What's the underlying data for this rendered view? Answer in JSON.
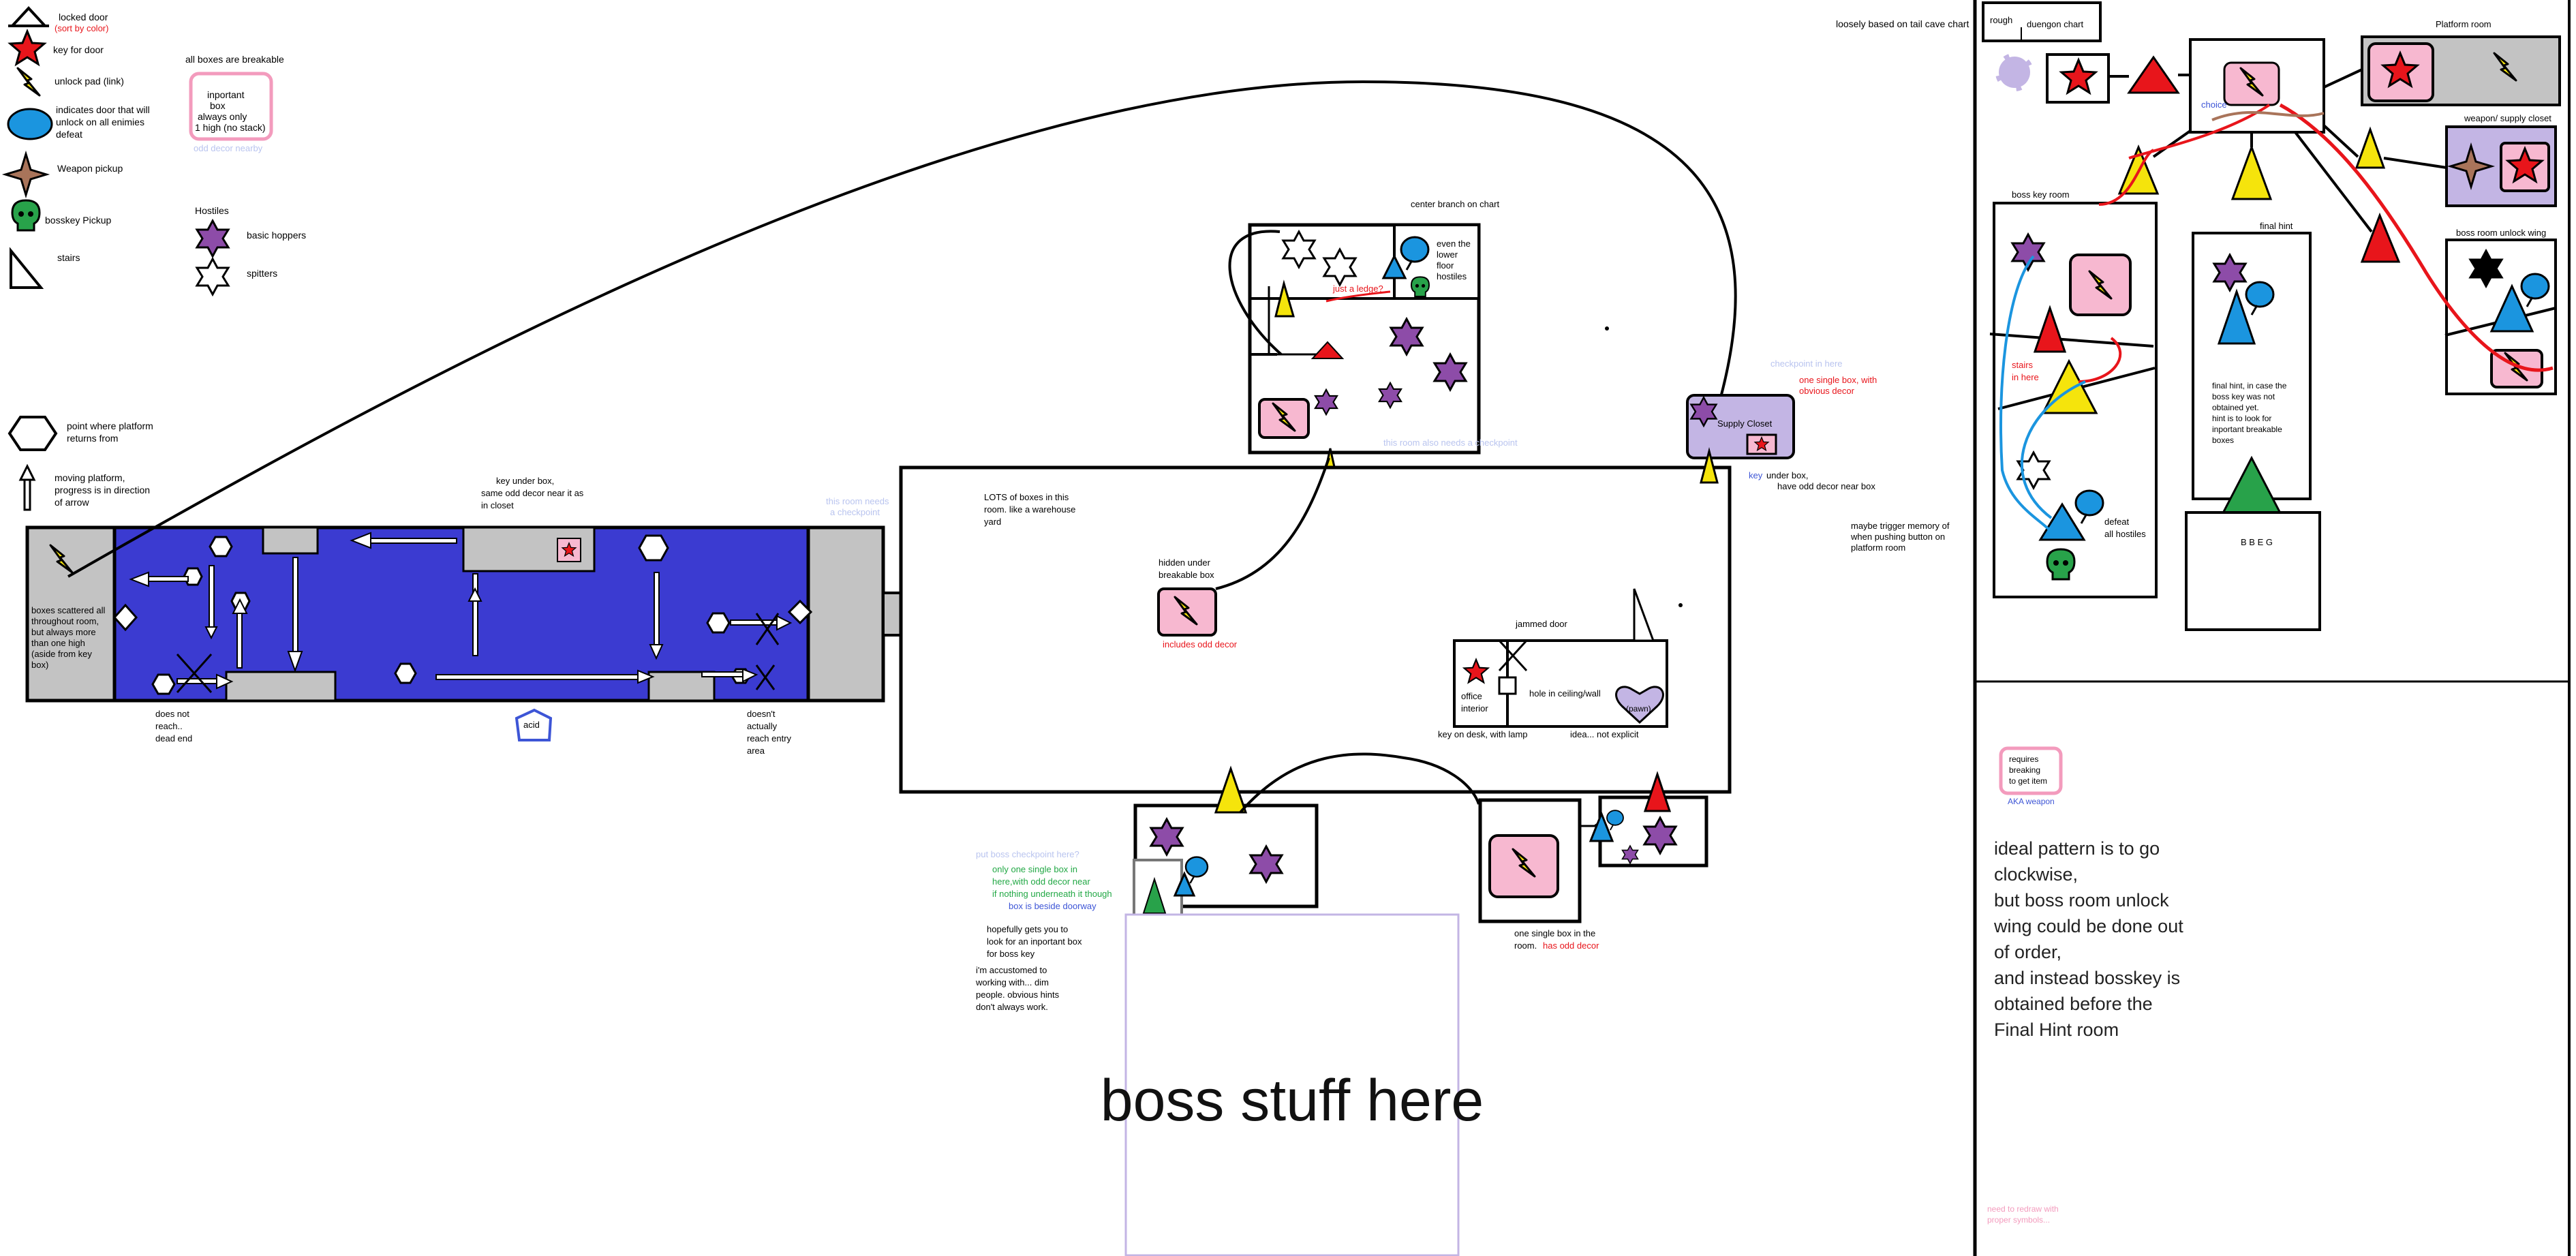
{
  "legend": {
    "locked_door": "locked door",
    "sort_by_color": "(sort by color)",
    "key_for_door": "key for door",
    "unlock_pad": "unlock pad (link)",
    "enemy_door": [
      "indicates door that will",
      "unlock on all enimies",
      "defeat"
    ],
    "weapon_pickup": "Weapon pickup",
    "bosskey_pickup": "bosskey  Pickup",
    "stairs": "stairs",
    "platform_point": [
      "point where platform",
      "returns from"
    ],
    "moving_platform": [
      "moving platform,",
      "progress is in direction",
      "of arrow"
    ],
    "boxes_title": "all boxes are breakable",
    "important_box": [
      "inportant",
      "box",
      "always only",
      "1 high (no stack)"
    ],
    "odd_decor_nearby": "odd decor nearby",
    "hostiles_title": "Hostiles",
    "basic_hoppers": "basic hoppers",
    "spitters": "spitters"
  },
  "colors": {
    "locked_door_red": "#e8151b",
    "key_star_red": "#e8151b",
    "unlock_yellow": "#f5e40c",
    "enemy_blue": "#1b95df",
    "weapon_brown": "#a9745a",
    "bosskey_green": "#28a24a",
    "hopper_purple": "#8d4ca8",
    "platform_blue": "#3b3bd1",
    "important_pink": "#f7b8d0",
    "closet_lavender": "#c3b5e4",
    "note_red": "#e8151b",
    "note_blue": "#3d55d6",
    "note_lightblue": "#b9c4ef",
    "note_green": "#22a845",
    "note_pink": "#f39bbd"
  },
  "platform_room": {
    "boxes_note": [
      "boxes scattered all",
      "throughout room,",
      "but always more",
      "than one high",
      "(aside from key",
      "box)"
    ],
    "key_note": [
      "key under box,",
      "same odd decor near it as",
      "in closet"
    ],
    "dead_end": [
      "does not",
      "reach..",
      "dead end"
    ],
    "acid": "acid",
    "no_entry": [
      "doesn't",
      "actually",
      "reach entry",
      "area"
    ],
    "checkpoint_note": [
      "this room needs",
      "a checkpoint"
    ]
  },
  "center": {
    "branch_title": "center branch on chart",
    "lower_floor": [
      "even the",
      "lower",
      "floor",
      "hostiles"
    ],
    "ledge": "just a ledge?",
    "checkpoint_also": "this room also needs a checkpoint",
    "warehouse": [
      "LOTS of boxes in this",
      "room. like a warehouse",
      "yard"
    ],
    "hidden_box": [
      "hidden under",
      "breakable box"
    ],
    "includes_decor": "includes odd decor",
    "jammed_door": "jammed door",
    "office": [
      "office",
      "interior"
    ],
    "hole": "hole in ceiling/wall",
    "pawn": "(pawn)",
    "key_desk": "key on desk, with lamp",
    "idea": "idea... not explicit"
  },
  "supply": {
    "checkpoint_here": "checkpoint in here",
    "one_box": [
      "one single box, with",
      "obvious decor"
    ],
    "closet_label": "Supply Closet",
    "key_word": "key",
    "key_under": "under box,",
    "odd_decor": "have odd decor near box",
    "memory": [
      "maybe trigger memory of",
      "when pushing button on",
      "platform room"
    ]
  },
  "lower": {
    "checkpoint_q": "put boss checkpoint here?",
    "one_box_green": [
      "only one single box in",
      "here,with odd decor near"
    ],
    "if_note": "if  nothing underneath it though",
    "box_doorway": "box is beside doorway",
    "hopefully": [
      "hopefully gets you to",
      "look for an inportant box",
      "for boss key"
    ],
    "accustomed": [
      "i'm accustomed to",
      "working with... dim",
      "people. obvious hints",
      "don't always work."
    ],
    "boss_label": "boss stuff here",
    "one_single_box": [
      "one single box in the",
      "room."
    ],
    "has_decor": "has odd decor"
  },
  "chart": {
    "loosely": "loosely based on  tail cave chart",
    "rough": "rough",
    "dungeon_chart": "duengon chart",
    "platform_room": "Platform room",
    "choice": "choice",
    "weapon_closet": "weapon/ supply closet",
    "boss_key_room": "boss key room",
    "final_hint": "final hint",
    "boss_unlock": "boss room unlock wing",
    "stairs_in": [
      "stairs",
      "in here"
    ],
    "final_hint_text": [
      "final hint, in case the",
      "boss key was not",
      "obtained yet.",
      "hint is to look for",
      "inportant breakable",
      "boxes"
    ],
    "defeat": [
      "defeat",
      "all hostiles"
    ],
    "bbeg": "B B E G",
    "requires": [
      "requires",
      "breaking",
      "to get item"
    ],
    "aka_weapon": "AKA weapon",
    "ideal": [
      "ideal pattern is to go",
      "clockwise,",
      "but boss room unlock",
      "wing could be done out",
      "of order,",
      "and instead bosskey is",
      "obtained before the",
      " Final Hint room"
    ],
    "redraw": [
      "need to redraw with",
      "proper symbols..."
    ]
  }
}
